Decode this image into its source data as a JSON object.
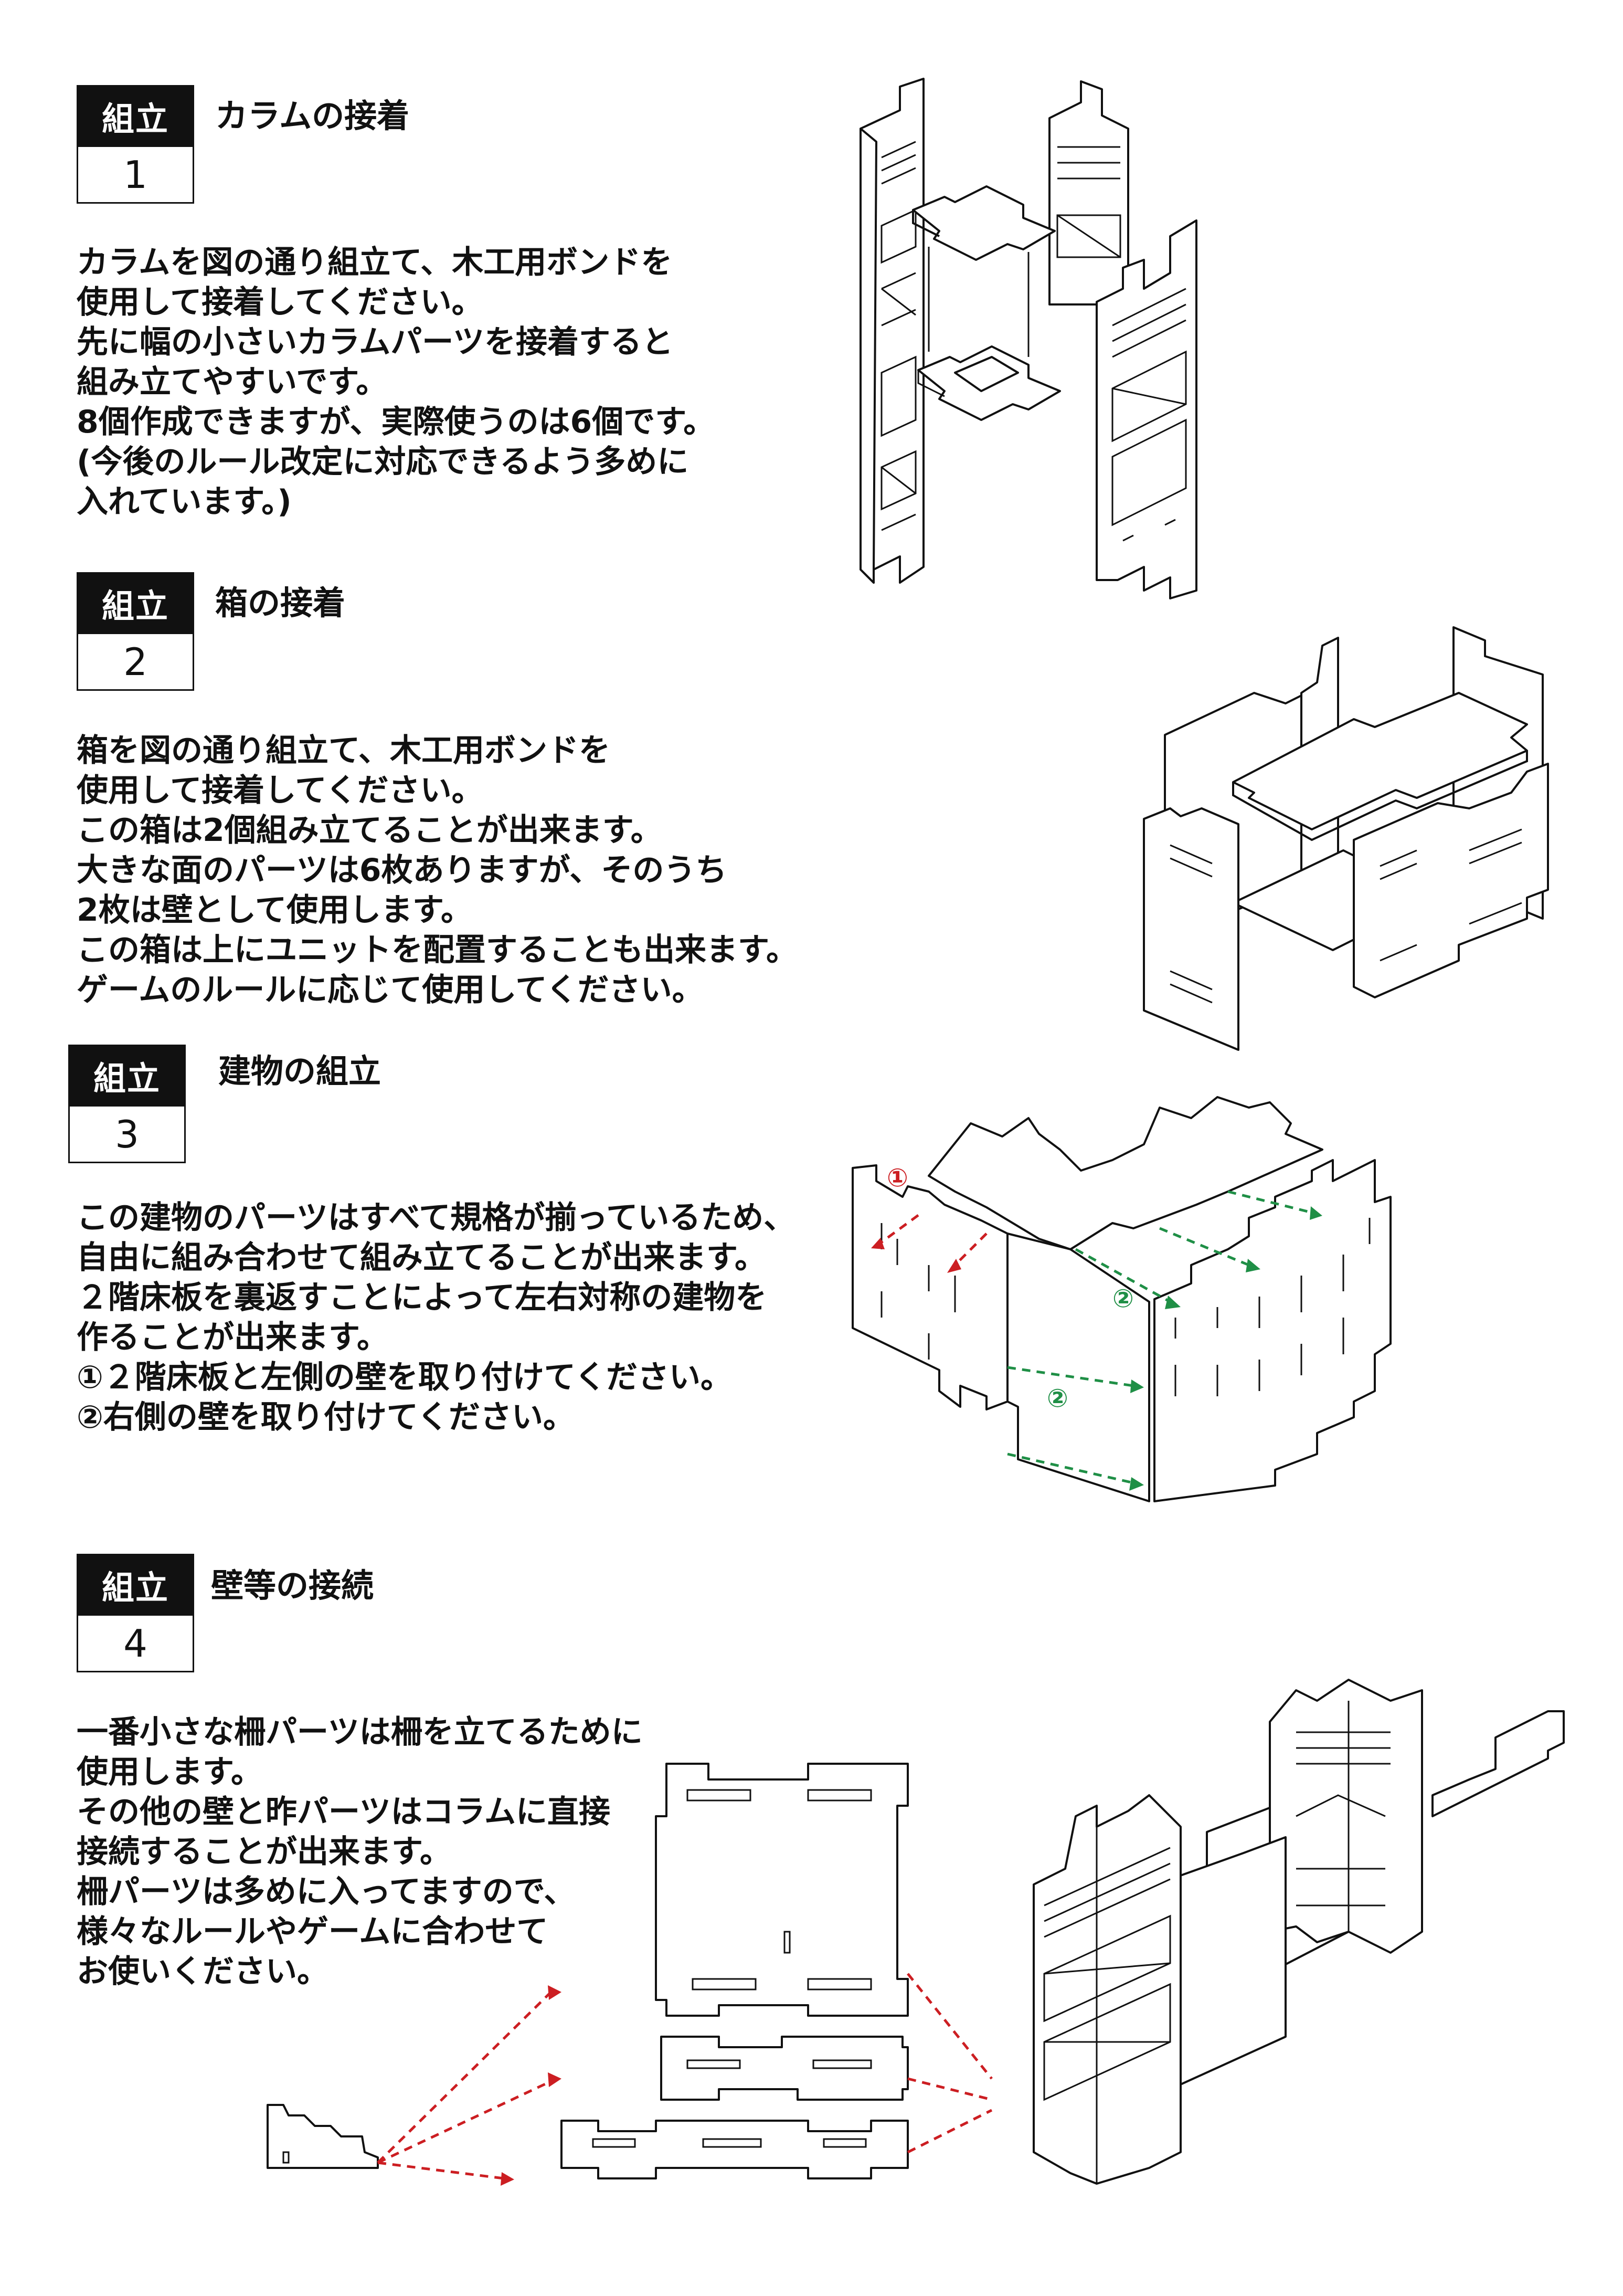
{
  "label_word": "組立",
  "steps": [
    {
      "number": "1",
      "title": "カラムの接着",
      "lines": [
        "カラムを図の通り組立て、木工用ボンドを",
        "使用して接着してください。",
        "先に幅の小さいカラムパーツを接着すると",
        "組み立てやすいです。",
        "8個作成できますが、実際使うのは6個です。",
        "(今後のルール改定に対応できるよう多めに",
        "入れています。)"
      ]
    },
    {
      "number": "2",
      "title": "箱の接着",
      "lines": [
        "箱を図の通り組立て、木工用ボンドを",
        "使用して接着してください。",
        "この箱は2個組み立てることが出来ます。",
        "大きな面のパーツは6枚ありますが、そのうち",
        "2枚は壁として使用します。",
        "この箱は上にユニットを配置することも出来ます。",
        "ゲームのルールに応じて使用してください。"
      ]
    },
    {
      "number": "3",
      "title": "建物の組立",
      "lines": [
        "この建物のパーツはすべて規格が揃っているため、",
        "自由に組み合わせて組み立てることが出来ます。",
        "２階床板を裏返すことによって左右対称の建物を",
        "作ることが出来ます。",
        "①２階床板と左側の壁を取り付けてください。",
        "②右側の壁を取り付けてください。"
      ]
    },
    {
      "number": "4",
      "title": "壁等の接続",
      "lines": [
        "一番小さな柵パーツは柵を立てるために",
        "使用します。",
        "その他の壁と昨パーツはコラムに直接",
        "接続することが出来ます。",
        "柵パーツは多めに入ってますので、",
        "様々なルールやゲームに合わせて",
        "お使いください。"
      ]
    }
  ],
  "diagram_marks": {
    "mark1": "①",
    "mark2": "②"
  },
  "colors": {
    "arrow_red": "#cc1e22",
    "arrow_green": "#1f8f46",
    "label_bg": "#111111"
  }
}
